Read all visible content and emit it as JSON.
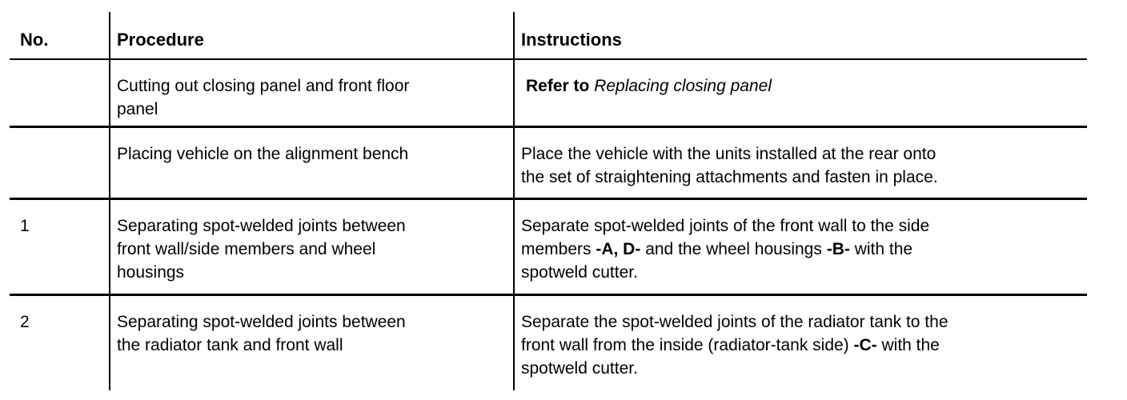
{
  "page": {
    "background_color": "#ffffff",
    "text_color": "#000000",
    "border_color": "#000000"
  },
  "table": {
    "columns": [
      {
        "key": "no",
        "label": "No."
      },
      {
        "key": "procedure",
        "label": "Procedure"
      },
      {
        "key": "instructions",
        "label": "Instructions"
      }
    ],
    "rows": [
      {
        "no": "",
        "procedure": "Cutting out closing panel and front floor\npanel",
        "instructions": [
          {
            "text": "Refer to ",
            "bold": true
          },
          {
            "text": "Replacing closing panel",
            "italic": true
          }
        ]
      },
      {
        "no": "",
        "procedure": "Placing vehicle on the alignment bench",
        "instructions": [
          {
            "text": "Place the vehicle with the units installed at the rear onto\nthe set of straightening attachments and fasten in place."
          }
        ]
      },
      {
        "no": "1",
        "procedure": "Separating spot-welded joints between\nfront wall/side members and wheel\nhousings",
        "instructions": [
          {
            "text": "Separate spot-welded joints of the front wall to the side\nmembers "
          },
          {
            "text": "-A, D-",
            "bold": true
          },
          {
            "text": " and the wheel housings "
          },
          {
            "text": "-B-",
            "bold": true
          },
          {
            "text": " with the\nspotweld cutter."
          }
        ]
      },
      {
        "no": "2",
        "procedure": "Separating spot-welded joints between\nthe radiator tank and front wall",
        "instructions": [
          {
            "text": "Separate the spot-welded joints of the radiator tank to the\nfront wall from the inside (radiator-tank side) "
          },
          {
            "text": "-C-",
            "bold": true
          },
          {
            "text": " with the\nspotweld cutter."
          }
        ]
      }
    ]
  }
}
